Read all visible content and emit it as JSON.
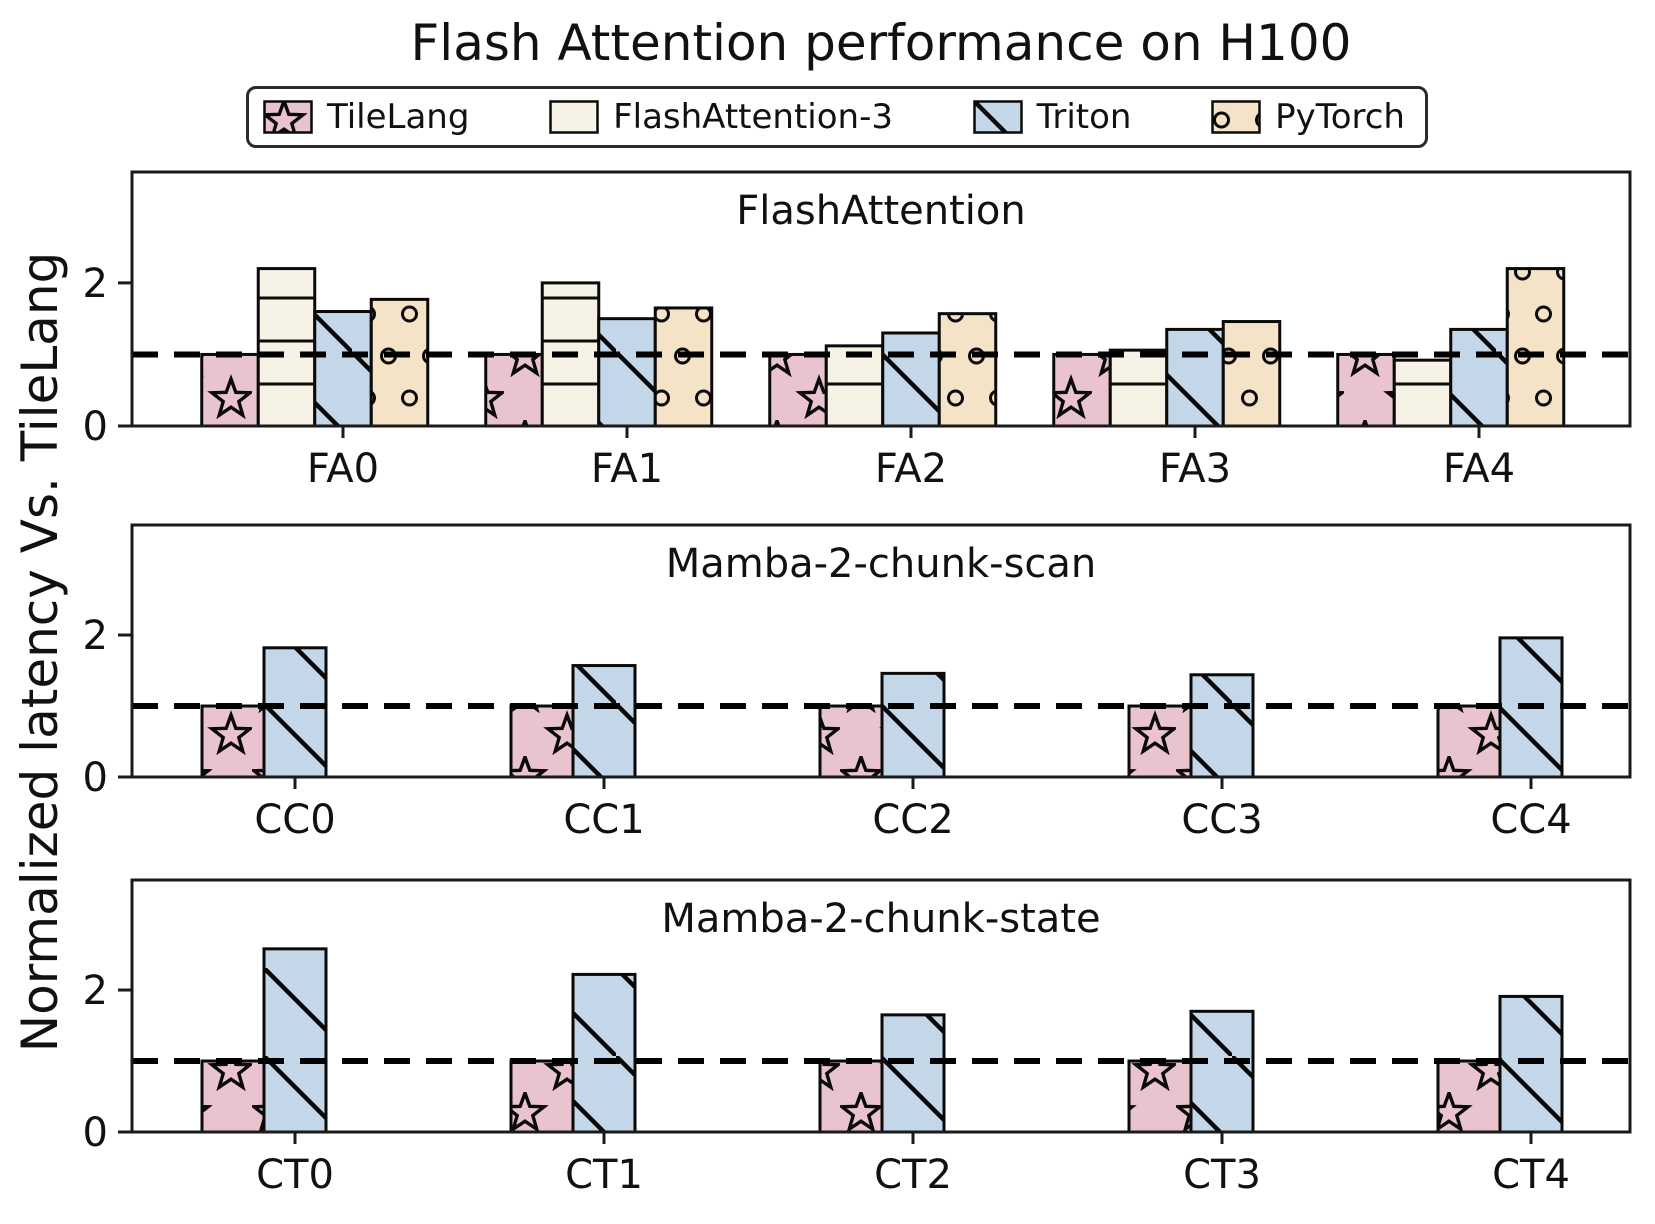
{
  "title": "Flash Attention performance on H100",
  "ylabel": "Normalized latency Vs. TileLang",
  "edge_color": "#0a0a0a",
  "baseline_value": 1.0,
  "legend": [
    {
      "name": "TileLang",
      "color": "#e9c4ce",
      "hatch": "star"
    },
    {
      "name": "FlashAttention-3",
      "color": "#f6f2e6",
      "hatch": "hline"
    },
    {
      "name": "Triton",
      "color": "#c3d7e8",
      "hatch": "diag"
    },
    {
      "name": "PyTorch",
      "color": "#f4e3c6",
      "hatch": "circle"
    }
  ],
  "chart_data": [
    {
      "type": "bar",
      "title": "FlashAttention",
      "categories": [
        "FA0",
        "FA1",
        "FA2",
        "FA3",
        "FA4"
      ],
      "series": [
        {
          "name": "TileLang",
          "values": [
            1.0,
            1.0,
            1.0,
            1.0,
            1.0
          ]
        },
        {
          "name": "FlashAttention-3",
          "values": [
            2.2,
            2.0,
            1.12,
            1.06,
            0.92
          ]
        },
        {
          "name": "Triton",
          "values": [
            1.6,
            1.5,
            1.3,
            1.35,
            1.35
          ]
        },
        {
          "name": "PyTorch",
          "values": [
            1.77,
            1.65,
            1.57,
            1.46,
            2.2
          ]
        }
      ],
      "yticks": [
        0,
        2
      ],
      "ylim": [
        0,
        3.55
      ],
      "baseline": 1.0,
      "grid": false
    },
    {
      "type": "bar",
      "title": "Mamba-2-chunk-scan",
      "categories": [
        "CC0",
        "CC1",
        "CC2",
        "CC3",
        "CC4"
      ],
      "series": [
        {
          "name": "TileLang",
          "values": [
            1.0,
            1.0,
            1.0,
            1.0,
            1.0
          ]
        },
        {
          "name": "Triton",
          "values": [
            1.82,
            1.57,
            1.46,
            1.44,
            1.96
          ]
        }
      ],
      "yticks": [
        0,
        2
      ],
      "ylim": [
        0,
        3.55
      ],
      "baseline": 1.0,
      "grid": false
    },
    {
      "type": "bar",
      "title": "Mamba-2-chunk-state",
      "categories": [
        "CT0",
        "CT1",
        "CT2",
        "CT3",
        "CT4"
      ],
      "series": [
        {
          "name": "TileLang",
          "values": [
            1.0,
            1.0,
            1.0,
            1.0,
            1.0
          ]
        },
        {
          "name": "Triton",
          "values": [
            2.58,
            2.22,
            1.65,
            1.7,
            1.91
          ]
        }
      ],
      "yticks": [
        0,
        2
      ],
      "ylim": [
        0,
        3.55
      ],
      "baseline": 1.0,
      "grid": false
    }
  ]
}
